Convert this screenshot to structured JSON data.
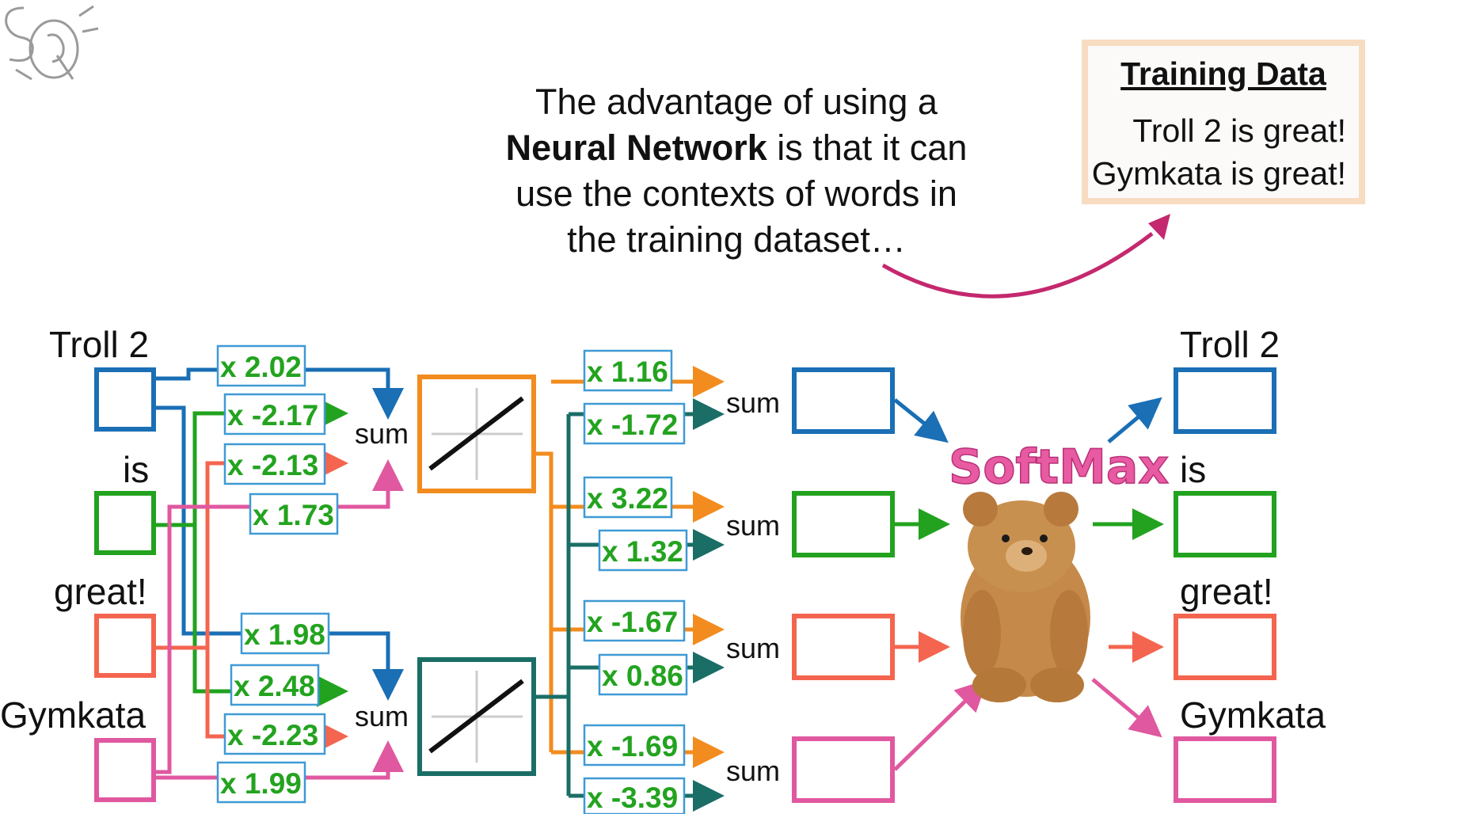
{
  "caption": {
    "line1": "The advantage of using a",
    "line2_bold": "Neural Network",
    "line2_rest": " is that it can",
    "line3": "use the contexts of words in",
    "line4": "the training dataset…"
  },
  "training": {
    "title": "Training Data",
    "lines": [
      "Troll 2 is great!",
      "Gymkata is great!"
    ]
  },
  "inputs": [
    "Troll 2",
    "is",
    "great!",
    "Gymkata"
  ],
  "outputs": [
    "Troll 2",
    "is",
    "great!",
    "Gymkata"
  ],
  "weights_in": {
    "top": [
      "x 2.02",
      "x -2.17",
      "x -2.13",
      "x 1.73"
    ],
    "bottom": [
      "x 1.98",
      "x 2.48",
      "x -2.23",
      "x 1.99"
    ]
  },
  "weights_out": [
    "x 1.16",
    "x -1.72",
    "x 3.22",
    "x 1.32",
    "x -1.67",
    "x 0.86",
    "x -1.69",
    "x -3.39"
  ],
  "sum_label": "sum",
  "softmax_label": "SoftMax",
  "colors": {
    "troll": "#1a6fb5",
    "is": "#22a21f",
    "great": "#f4654f",
    "gymkata": "#e0589f",
    "orange": "#f28c1e",
    "teal": "#1a6e66",
    "softmax": "#e85aa1",
    "arrow": "#c4286e",
    "weight_box": "#3f9ad6",
    "weight_text": "#23a31f"
  }
}
